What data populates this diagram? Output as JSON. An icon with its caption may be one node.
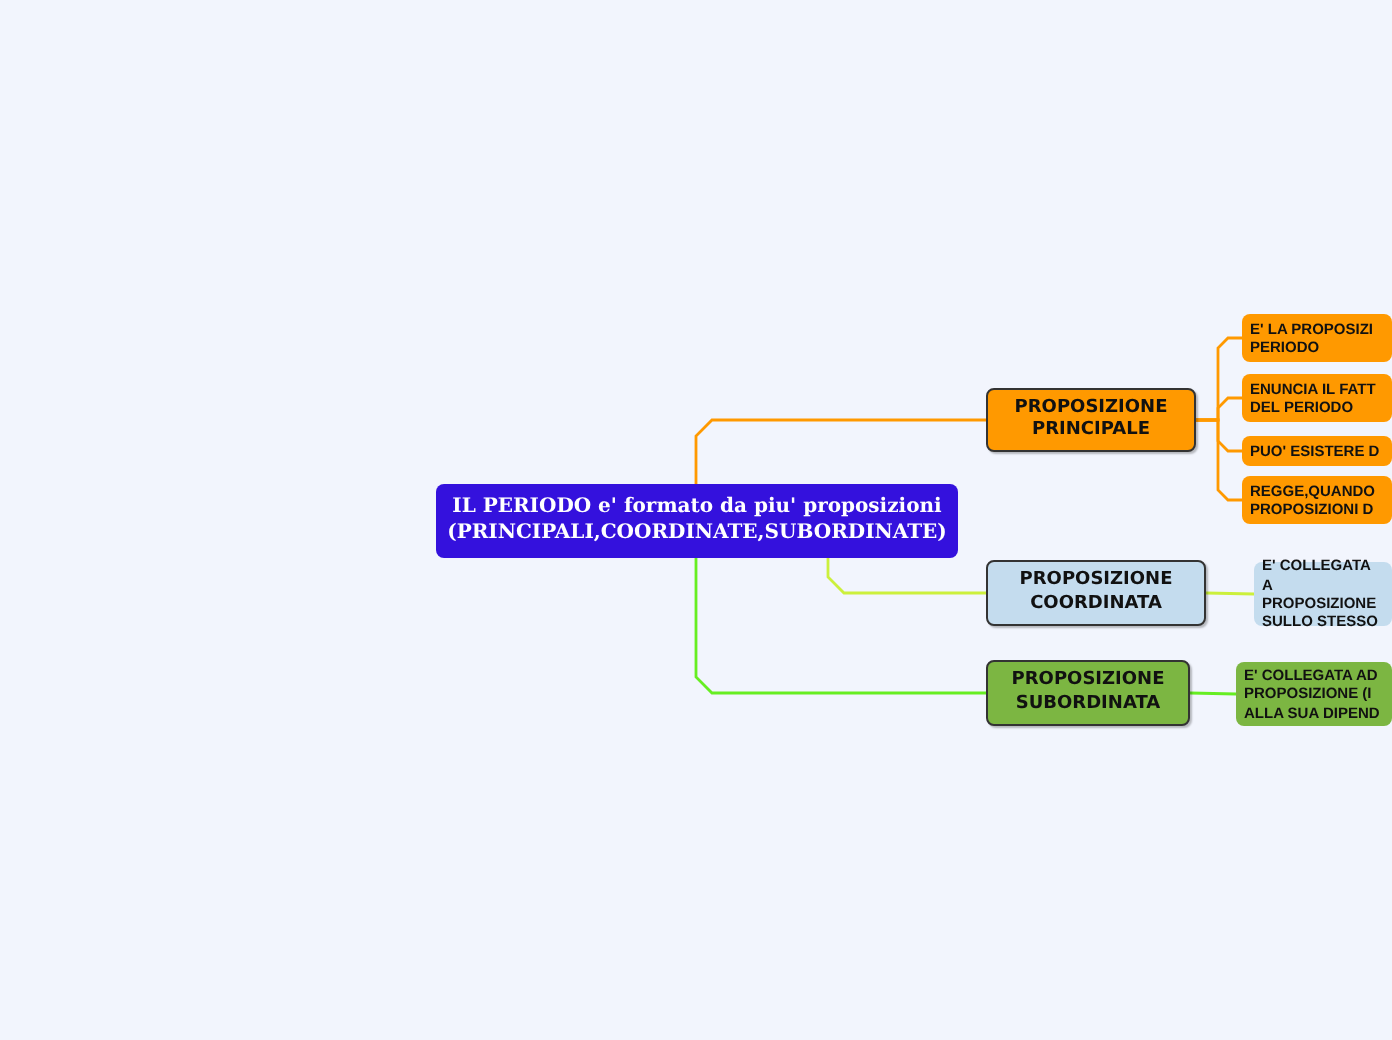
{
  "diagram": {
    "nodes": [
      {
        "text": [
          "IL PERIODO e' formato da piu' proposizioni (PRINCIPALI,COORDINATE,SUBORDINATE)"
        ]
      },
      {
        "text": [
          "PROPOSIZIONE PRINCIPALE"
        ]
      },
      {
        "text": [
          "PROPOSIZIONE COORDINATA"
        ]
      },
      {
        "text": [
          "PROPOSIZIONE SUBORDINATA"
        ]
      },
      {
        "text": [
          "E' LA PROPOSIZI PERIODO"
        ]
      },
      {
        "text": [
          "ENUNCIA IL FATT DEL PERIODO"
        ]
      },
      {
        "text": [
          "PUO' ESISTERE D"
        ]
      },
      {
        "text": [
          "REGGE,QUANDO PROPOSIZIONI D"
        ]
      },
      {
        "text": [
          "E' COLLEGATA A PROPOSIZIONE SULLO STESSO"
        ]
      },
      {
        "text": [
          "E' COLLEGATA AD PROPOSIZIONE (I ALLA SUA DIPEND"
        ]
      }
    ],
    "edges": [
      {
        "from": 0,
        "to": 1,
        "arrow": "none",
        "color": "#ff9900"
      },
      {
        "from": 0,
        "to": 2,
        "arrow": "none",
        "color": "#ccf03c"
      },
      {
        "from": 0,
        "to": 3,
        "arrow": "none",
        "color": "#66ee22"
      },
      {
        "from": 1,
        "to": 4,
        "arrow": "none",
        "color": "#ff9900"
      },
      {
        "from": 1,
        "to": 5,
        "arrow": "none",
        "color": "#ff9900"
      },
      {
        "from": 1,
        "to": 6,
        "arrow": "none",
        "color": "#ff9900"
      },
      {
        "from": 1,
        "to": 7,
        "arrow": "none",
        "color": "#ff9900"
      },
      {
        "from": 2,
        "to": 8,
        "arrow": "none",
        "color": "#ccf03c"
      },
      {
        "from": 3,
        "to": 9,
        "arrow": "none",
        "color": "#66ee22"
      }
    ]
  }
}
